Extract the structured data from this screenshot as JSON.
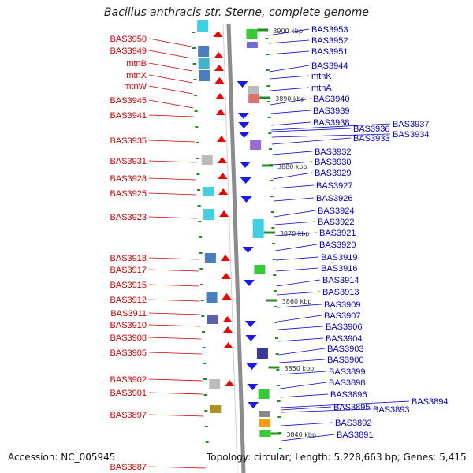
{
  "title": "Bacillus anthracis str. Sterne, complete genome",
  "accession": "Accession: NC_005945",
  "summary": "Topology: circular; Length: 5,228,663 bp; Genes: 5,415",
  "colors": {
    "left_label": "#cc0000",
    "right_label": "#0000cc",
    "backbone": "#8c8c8c",
    "tick": "#228b22"
  },
  "scale_marks": [
    "3900 kbp",
    "3890 kbp",
    "3880 kbp",
    "3870 kbp",
    "3860 kbp",
    "3850 kbp",
    "3840 kbp"
  ],
  "left_genes": [
    "BAS3950",
    "BAS3949",
    "mtnB",
    "mtnX",
    "mtnW",
    "BAS3945",
    "BAS3941",
    "BAS3935",
    "BAS3931",
    "BAS3928",
    "BAS3925",
    "BAS3923",
    "BAS3918",
    "BAS3917",
    "BAS3915",
    "BAS3912",
    "BAS3911",
    "BAS3910",
    "BAS3908",
    "BAS3905",
    "BAS3902",
    "BAS3901",
    "BAS3897",
    "BAS3887"
  ],
  "right_genes": [
    "BAS3953",
    "BAS3952",
    "BAS3951",
    "BAS3944",
    "mtnK",
    "mtnA",
    "BAS3940",
    "BAS3939",
    "BAS3938",
    "BAS3937",
    "BAS3936",
    "BAS3934",
    "BAS3933",
    "BAS3932",
    "BAS3930",
    "BAS3929",
    "BAS3927",
    "BAS3926",
    "BAS3924",
    "BAS3922",
    "BAS3921",
    "BAS3920",
    "BAS3919",
    "BAS3916",
    "BAS3914",
    "BAS3913",
    "BAS3909",
    "BAS3907",
    "BAS3906",
    "BAS3904",
    "BAS3903",
    "BAS3900",
    "BAS3899",
    "BAS3898",
    "BAS3896",
    "BAS3895",
    "BAS3894",
    "BAS3893",
    "BAS3892",
    "BAS3891"
  ]
}
